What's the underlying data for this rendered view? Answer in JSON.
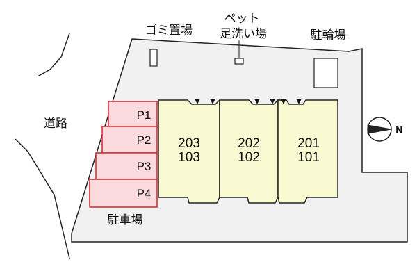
{
  "labels": {
    "garbage": "ゴミ置場",
    "pet_line1": "ペット",
    "pet_line2": "足洗い場",
    "bicycle": "駐輪場",
    "road": "道路",
    "parking": "駐車場",
    "north": "N"
  },
  "parking_spaces": [
    "P1",
    "P2",
    "P3",
    "P4"
  ],
  "units": [
    {
      "upper": "203",
      "lower": "103"
    },
    {
      "upper": "202",
      "lower": "102"
    },
    {
      "upper": "201",
      "lower": "101"
    }
  ],
  "colors": {
    "lot": "#f1f1f1",
    "building": "#fafad2",
    "parking_fill": "#fadadd",
    "parking_stroke": "#d9232e",
    "line": "#222222"
  },
  "icons": {
    "compass": "north-arrow-icon",
    "entrance_markers": "triangle-down-icon"
  }
}
